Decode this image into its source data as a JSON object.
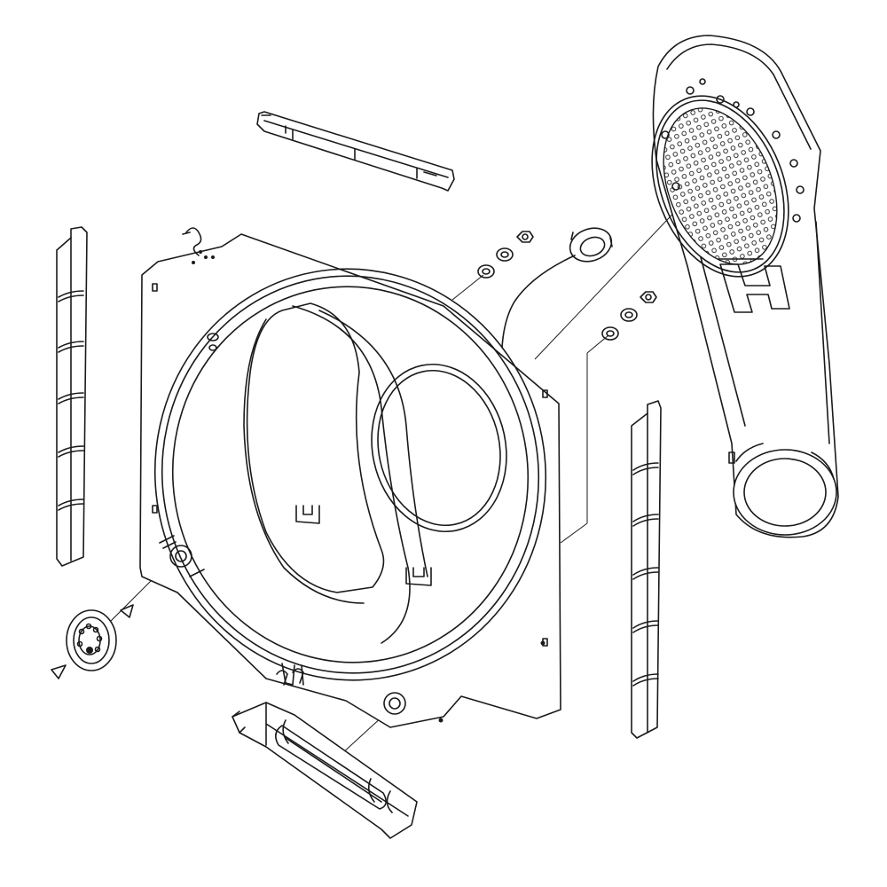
{
  "diagram": {
    "type": "exploded-parts-view",
    "background_color": "#ffffff",
    "line_color": "#1a1a1a",
    "parts": [
      "top-bracket",
      "left-side-seal-strip",
      "right-side-seal-strip",
      "rear-bulkhead",
      "blower-housing",
      "drum-bearing",
      "bottom-bracket",
      "thermistor",
      "wire-harness-clip",
      "washers",
      "nuts",
      "retaining-clips"
    ]
  }
}
